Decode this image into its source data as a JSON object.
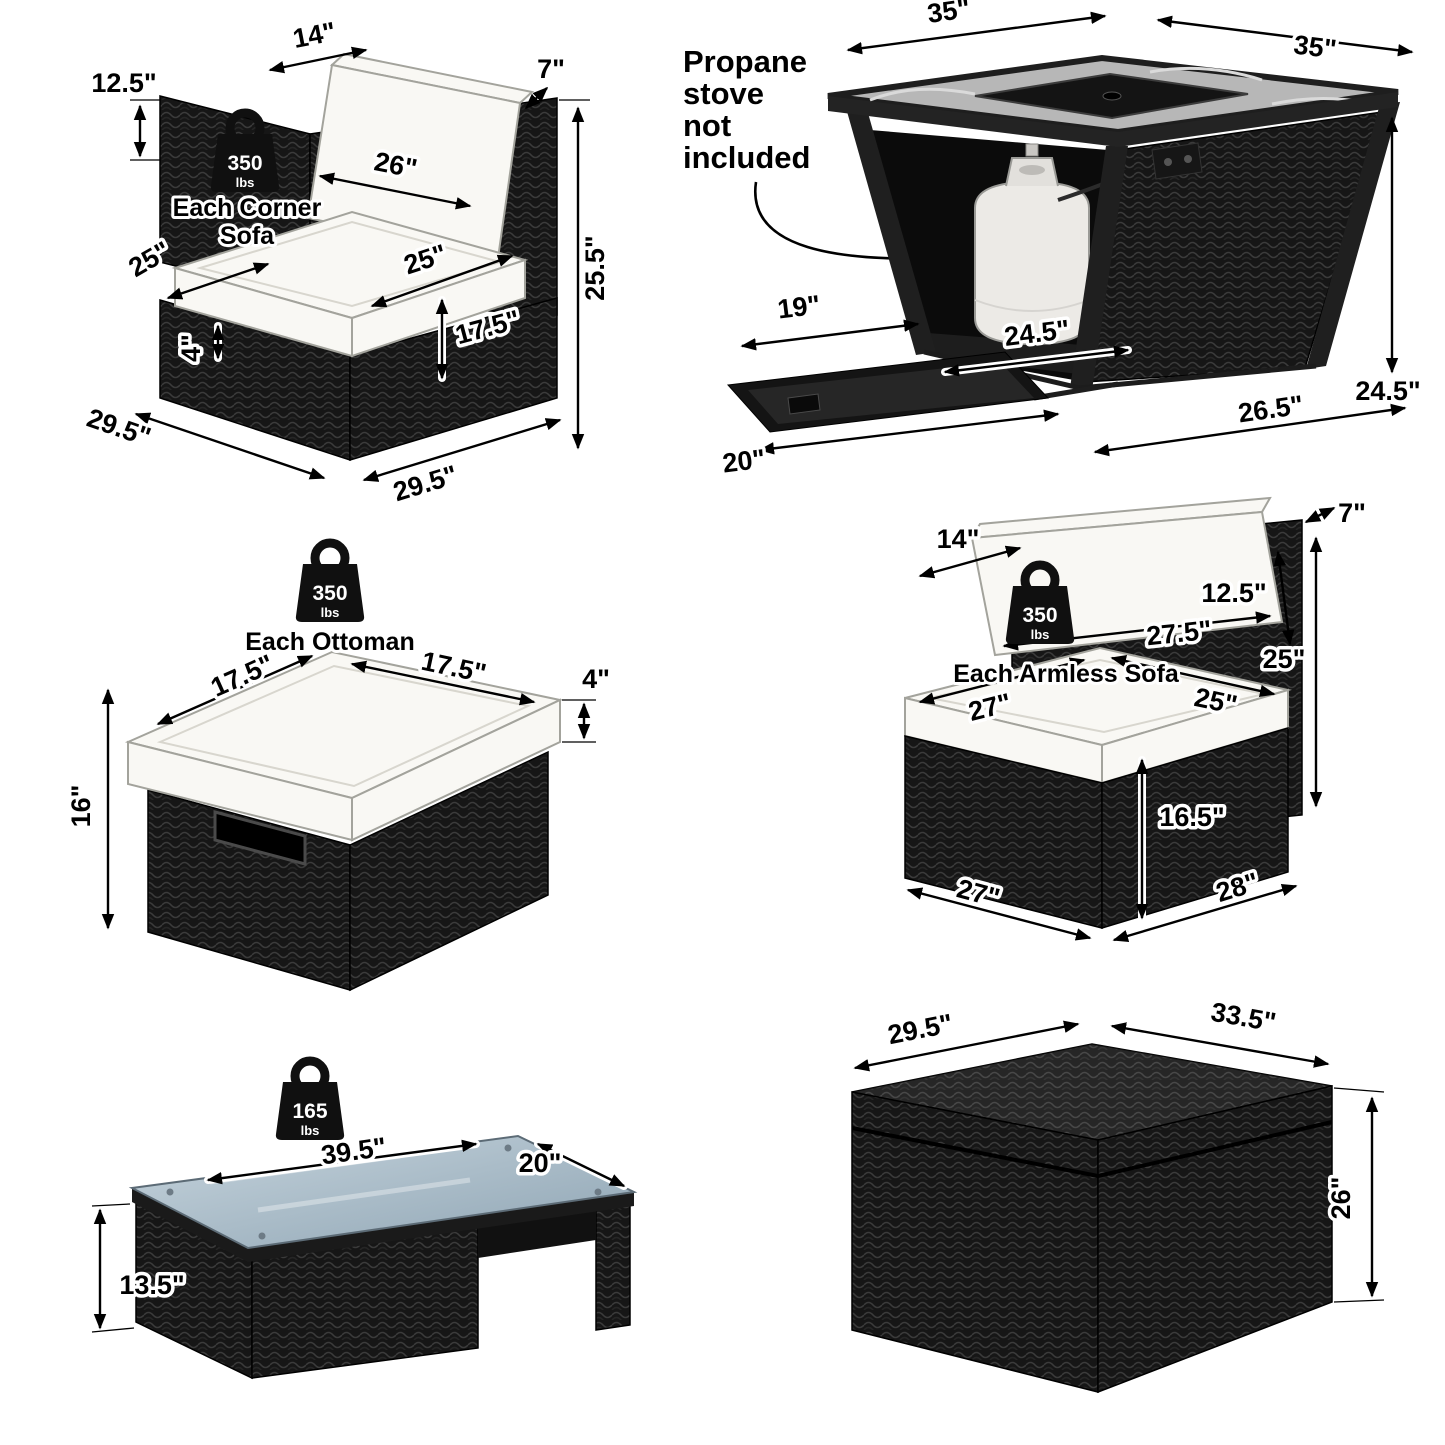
{
  "panels": {
    "corner_sofa": {
      "badge": {
        "weight": "350",
        "unit": "lbs"
      },
      "caption_line1": "Each Corner",
      "caption_line2": "Sofa",
      "dims": {
        "back_height": "12.5\"",
        "pillow_top": "14\"",
        "pillow_thick": "7\"",
        "pillow_width": "26\"",
        "seat_depth": "25\"",
        "seat_width": "25\"",
        "cushion_lip": "4\"",
        "base_height": "17.5\"",
        "overall_height": "25.5\"",
        "overall_depth": "29.5\"",
        "overall_width": "29.5\""
      }
    },
    "fire_pit_table": {
      "note_line1": "Propane",
      "note_line2": "stove",
      "note_line3": "not",
      "note_line4": "included",
      "dims": {
        "top_depth": "35\"",
        "top_width": "35\"",
        "tray_depth": "19\"",
        "inner_width": "24.5\"",
        "tray_width": "20\"",
        "base_width": "26.5\"",
        "height": "24.5\""
      }
    },
    "ottoman": {
      "badge": {
        "weight": "350",
        "unit": "lbs"
      },
      "caption": "Each Ottoman",
      "dims": {
        "top_depth": "17.5\"",
        "top_width": "17.5\"",
        "cushion_thick": "4\"",
        "height": "16\""
      }
    },
    "armless_sofa": {
      "badge": {
        "weight": "350",
        "unit": "lbs"
      },
      "caption": "Each Armless Sofa",
      "dims": {
        "pillow_thick": "7\"",
        "pillow_top": "14\"",
        "pillow_height": "12.5\"",
        "pillow_width": "27.5\"",
        "seat_width": "25\"",
        "seat_depth": "27\"",
        "back_height": "25\"",
        "base_height": "16.5\"",
        "base_depth": "27\"",
        "base_width": "28\""
      }
    },
    "coffee_table": {
      "badge": {
        "weight": "165",
        "unit": "lbs"
      },
      "dims": {
        "length": "39.5\"",
        "width": "20\"",
        "height": "13.5\""
      }
    },
    "storage_box": {
      "dims": {
        "depth": "29.5\"",
        "width": "33.5\"",
        "height": "26\""
      }
    }
  }
}
